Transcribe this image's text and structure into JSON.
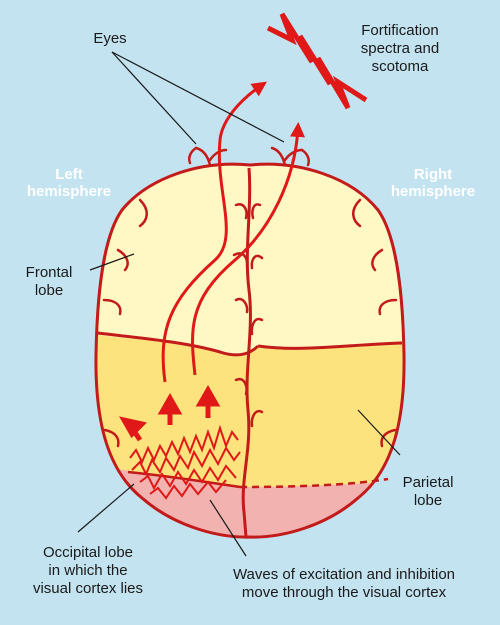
{
  "labels": {
    "eyes": "Eyes",
    "fortification": "Fortification\nspectra and\nscotoma",
    "left_hemisphere": "Left\nhemisphere",
    "right_hemisphere": "Right\nhemisphere",
    "frontal": "Frontal\nlobe",
    "parietal": "Parietal\nlobe",
    "occipital": "Occipital lobe\nin which the\nvisual cortex lies",
    "waves": "Waves of excitation and inhibition\nmove through the visual cortex"
  },
  "colors": {
    "background": "#c3e3f1",
    "frontal": "#fff8c4",
    "parietal": "#fde37e",
    "occipital": "#f2b3b0",
    "outline": "#c31a1a",
    "arrow": "#e01818"
  }
}
